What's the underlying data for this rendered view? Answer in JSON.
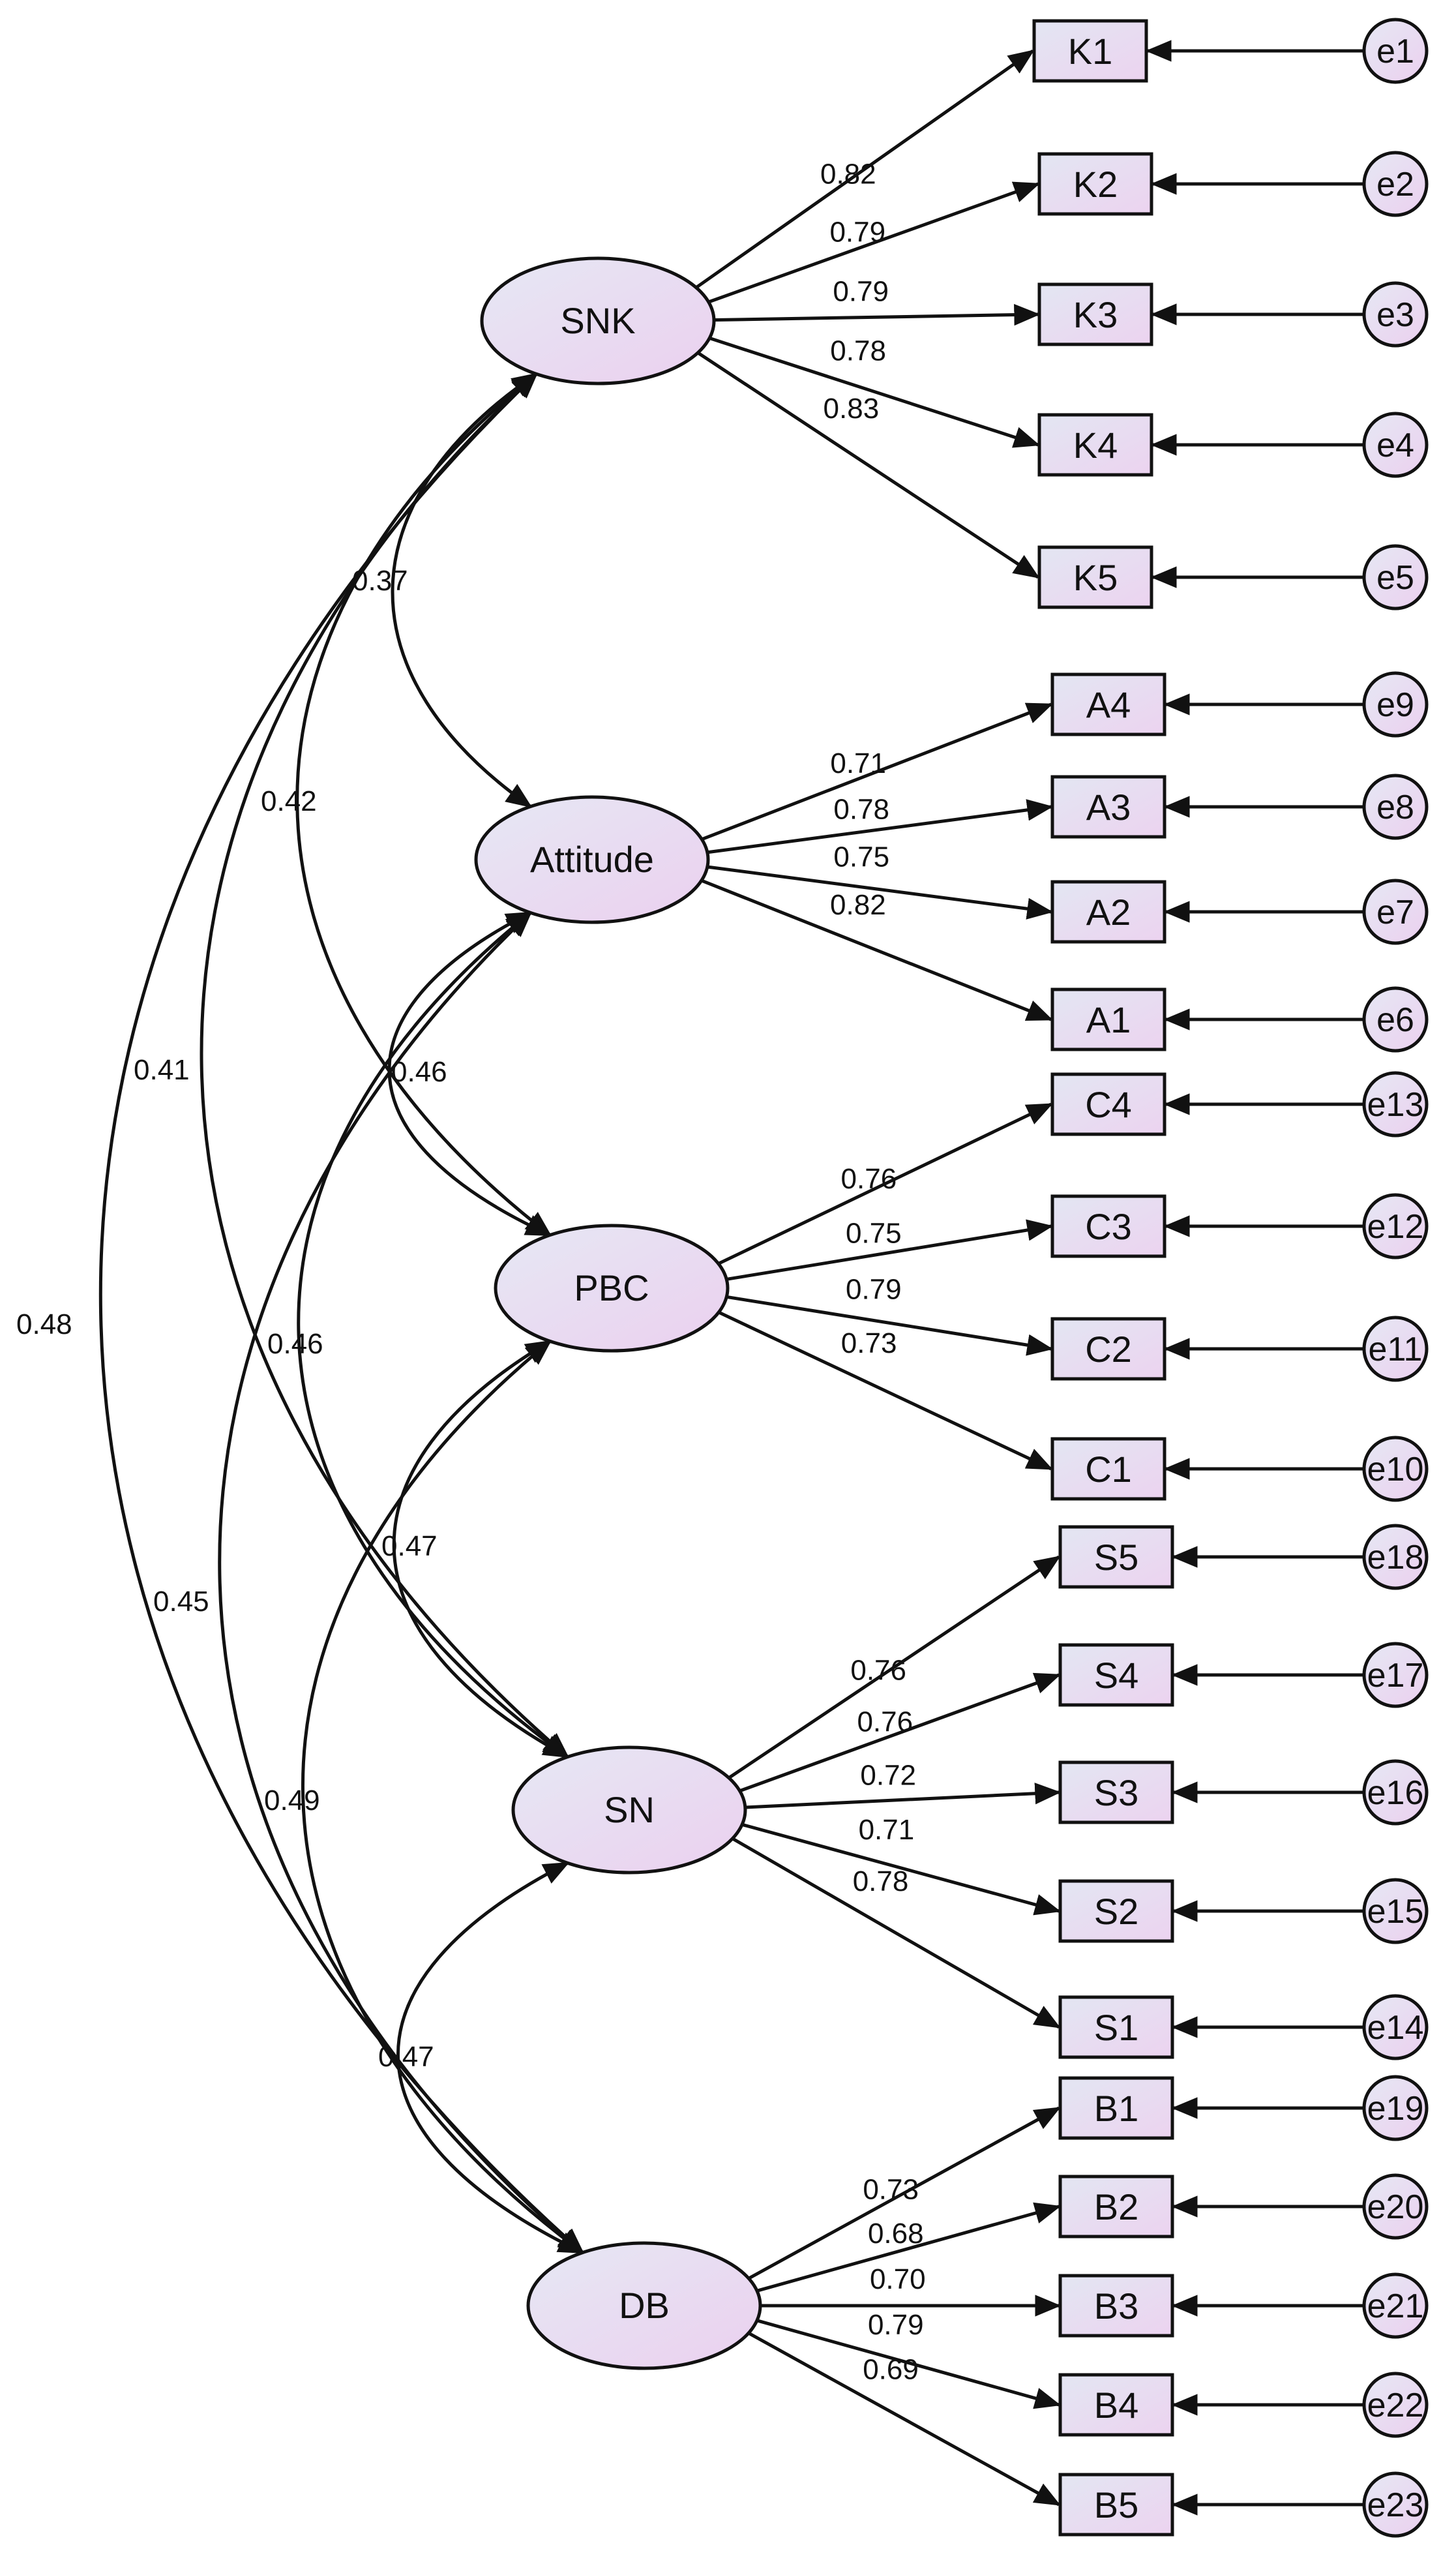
{
  "colors": {
    "stroke": "#111111",
    "fill_light": "#e3e6f2",
    "fill_pink": "#ecd3f0",
    "background": "#ffffff"
  },
  "latents": [
    {
      "id": "SNK",
      "label": "SNK"
    },
    {
      "id": "ATT",
      "label": "Attitude"
    },
    {
      "id": "PBC",
      "label": "PBC"
    },
    {
      "id": "SN",
      "label": "SN"
    },
    {
      "id": "DB",
      "label": "DB"
    }
  ],
  "indicators": [
    {
      "label": "K1",
      "latent": "SNK",
      "loading": "0.82",
      "error": "e1"
    },
    {
      "label": "K2",
      "latent": "SNK",
      "loading": "0.79",
      "error": "e2"
    },
    {
      "label": "K3",
      "latent": "SNK",
      "loading": "0.79",
      "error": "e3"
    },
    {
      "label": "K4",
      "latent": "SNK",
      "loading": "0.78",
      "error": "e4"
    },
    {
      "label": "K5",
      "latent": "SNK",
      "loading": "0.83",
      "error": "e5"
    },
    {
      "label": "A4",
      "latent": "ATT",
      "loading": "0.71",
      "error": "e9"
    },
    {
      "label": "A3",
      "latent": "ATT",
      "loading": "0.78",
      "error": "e8"
    },
    {
      "label": "A2",
      "latent": "ATT",
      "loading": "0.75",
      "error": "e7"
    },
    {
      "label": "A1",
      "latent": "ATT",
      "loading": "0.82",
      "error": "e6"
    },
    {
      "label": "C4",
      "latent": "PBC",
      "loading": "0.76",
      "error": "e13"
    },
    {
      "label": "C3",
      "latent": "PBC",
      "loading": "0.75",
      "error": "e12"
    },
    {
      "label": "C2",
      "latent": "PBC",
      "loading": "0.79",
      "error": "e11"
    },
    {
      "label": "C1",
      "latent": "PBC",
      "loading": "0.73",
      "error": "e10"
    },
    {
      "label": "S5",
      "latent": "SN",
      "loading": "0.76",
      "error": "e18"
    },
    {
      "label": "S4",
      "latent": "SN",
      "loading": "0.76",
      "error": "e17"
    },
    {
      "label": "S3",
      "latent": "SN",
      "loading": "0.72",
      "error": "e16"
    },
    {
      "label": "S2",
      "latent": "SN",
      "loading": "0.71",
      "error": "e15"
    },
    {
      "label": "S1",
      "latent": "SN",
      "loading": "0.78",
      "error": "e14"
    },
    {
      "label": "B1",
      "latent": "DB",
      "loading": "0.73",
      "error": "e19"
    },
    {
      "label": "B2",
      "latent": "DB",
      "loading": "0.68",
      "error": "e20"
    },
    {
      "label": "B3",
      "latent": "DB",
      "loading": "0.70",
      "error": "e21"
    },
    {
      "label": "B4",
      "latent": "DB",
      "loading": "0.79",
      "error": "e22"
    },
    {
      "label": "B5",
      "latent": "DB",
      "loading": "0.69",
      "error": "e23"
    }
  ],
  "correlations": [
    {
      "from": "SNK",
      "to": "ATT",
      "value": "0.37"
    },
    {
      "from": "SNK",
      "to": "PBC",
      "value": "0.42"
    },
    {
      "from": "SNK",
      "to": "SN",
      "value": "0.41"
    },
    {
      "from": "SNK",
      "to": "DB",
      "value": "0.48"
    },
    {
      "from": "ATT",
      "to": "PBC",
      "value": "0.46"
    },
    {
      "from": "ATT",
      "to": "SN",
      "value": "0.46"
    },
    {
      "from": "ATT",
      "to": "DB",
      "value": "0.45"
    },
    {
      "from": "PBC",
      "to": "SN",
      "value": "0.47"
    },
    {
      "from": "PBC",
      "to": "DB",
      "value": "0.49"
    },
    {
      "from": "SN",
      "to": "DB",
      "value": "0.47"
    }
  ]
}
